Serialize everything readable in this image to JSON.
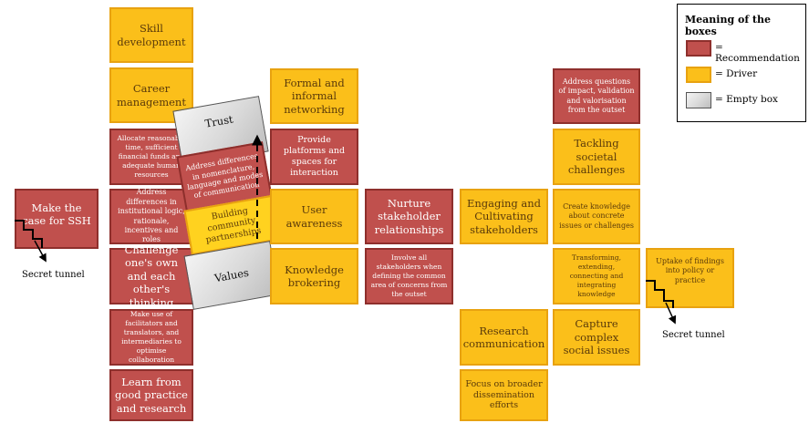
{
  "legend": {
    "title": "Meaning of the boxes",
    "recommendation": "= Recommendation",
    "driver": "= Driver",
    "empty": "= Empty box",
    "colors": {
      "recommendation": "#c0504d",
      "driver": "#fbbf1a",
      "empty": "#d9d9d9"
    }
  },
  "boxes": {
    "skill_development": "Skill development",
    "career_management": "Career management",
    "allocate_resources": "Allocate reasonable time, sufficient financial funds and adequate human resources",
    "address_differences_institutional": "Address differences in institutional logic, rationale, incentives and roles",
    "challenge_thinking": "Challenge one's own and each other's thinking",
    "facilitators": "Make use of facilitators and translators, and intermediaries to optimise collaboration",
    "learn_good_practice": "Learn from good practice and research",
    "make_case_ssh": "Make the case for SSH",
    "trust": "Trust",
    "address_differences_nomenclature": "Address differences in nomenclature, language and modes of communication",
    "building_partnerships": "Building community partnerships",
    "values": "Values",
    "formal_informal_networking": "Formal and informal networking",
    "provide_platforms": "Provide platforms and spaces for interaction",
    "user_awareness": "User awareness",
    "knowledge_brokering": "Knowledge brokering",
    "nurture_relationships": "Nurture stakeholder relationships",
    "involve_stakeholders": "Involve all stakeholders when defining the common area of concerns from the outset",
    "engaging_stakeholders": "Engaging and Cultivating stakeholders",
    "research_communication": "Research communication",
    "broader_dissemination": "Focus on broader dissemination efforts",
    "address_impact_questions": "Address questions of impact, validation and valorisation from the outset",
    "tackling_challenges": "Tackling societal challenges",
    "create_knowledge": "Create knowledge about concrete issues or challenges",
    "transforming_knowledge": "Transforming, extending, connecting and integrating knowledge",
    "capture_complex_issues": "Capture complex social issues",
    "uptake_findings": "Uptake of findings into policy or practice"
  },
  "labels": {
    "secret_tunnel_left": "Secret tunnel",
    "secret_tunnel_right": "Secret tunnel"
  }
}
